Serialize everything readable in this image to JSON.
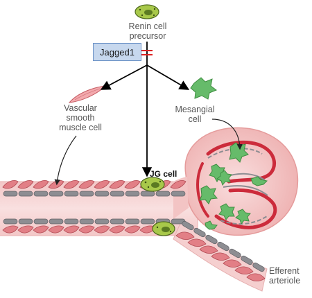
{
  "labels": {
    "precursor": [
      "Renin cell",
      "precursor"
    ],
    "jagged": "Jagged1",
    "vsmc": [
      "Vascular",
      "smooth",
      "muscle cell"
    ],
    "mesangial": [
      "Mesangial",
      "cell"
    ],
    "jg": "JG cell",
    "efferent": [
      "Efferent",
      "arteriole"
    ]
  },
  "colors": {
    "vessel_fill": "#f6d6d6",
    "vessel_band": "#f7c0c0",
    "glomerulus_fill": "#f4bcbc",
    "capillary_red": "#cc2b3b",
    "smooth_muscle": "#e27f86",
    "endothelium": "#8d8d92",
    "mesangial_green": "#66bb6a",
    "jg_cell": "#a8c84a",
    "inhibition_red": "#dd2222",
    "arrow": "#000000",
    "box_fill": "#c7d8ee"
  },
  "icons": [
    "renin-precursor-cell",
    "smooth-muscle-cell",
    "mesangial-cell",
    "jg-cell",
    "inhibition-mark"
  ]
}
